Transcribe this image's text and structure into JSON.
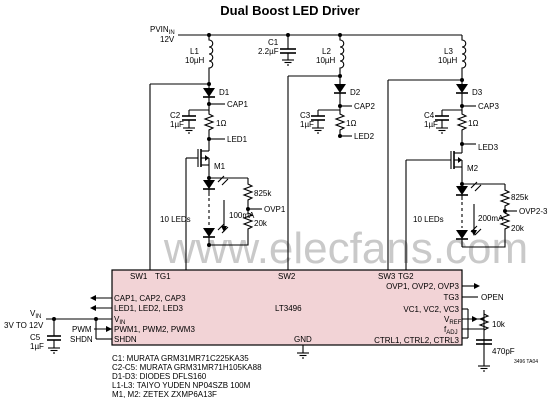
{
  "title": "Dual Boost LED Driver",
  "watermark": "www.elecfans.com",
  "figure_code": "3496 TA04",
  "supply": {
    "net": "PVIN",
    "net_sub": "IN",
    "voltage": "12V"
  },
  "inductors": [
    {
      "ref": "L1",
      "value": "10µH"
    },
    {
      "ref": "L2",
      "value": "10µH"
    },
    {
      "ref": "L3",
      "value": "10µH"
    }
  ],
  "input_cap": {
    "ref": "C1",
    "value": "2.2µF"
  },
  "diodes": [
    "D1",
    "D2",
    "D3"
  ],
  "output_caps": [
    {
      "ref": "C2",
      "value": "1µF"
    },
    {
      "ref": "C3",
      "value": "1µF"
    },
    {
      "ref": "C4",
      "value": "1µF"
    }
  ],
  "sense_resistor": "1Ω",
  "nets": {
    "cap1": "CAP1",
    "cap2": "CAP2",
    "cap3": "CAP3",
    "led1": "LED1",
    "led2": "LED2",
    "led3": "LED3"
  },
  "mosfets": [
    "M1",
    "M2"
  ],
  "led_string_1": {
    "count": "10 LEDs",
    "current": "100mA",
    "r_top": "825k",
    "r_bot": "20k",
    "fb": "OVP1"
  },
  "led_string_2": {
    "count": "10 LEDs",
    "current": "200mA",
    "r_top": "825k",
    "r_bot": "20k",
    "fb": "OVP2-3"
  },
  "ic": {
    "name": "LT3496",
    "pins_top": [
      "SW1",
      "TG1",
      "SW2",
      "SW3",
      "TG2"
    ],
    "left_pins": [
      "CAP1, CAP2, CAP3",
      "LED1, LED2, LED3",
      "VIN",
      "PWM1, PWM2, PWM3",
      "SHDN"
    ],
    "vin_main": "V",
    "vin_sub": "IN",
    "right_pins": [
      "OVP1, OVP2, OVP3",
      "TG3",
      "VC1, VC2, VC3",
      "VREF",
      "fADJ",
      "CTRL1, CTRL2, CTRL3"
    ],
    "vref_main": "V",
    "vref_sub": "REF",
    "fadj_main": "f",
    "fadj_sub": "ADJ",
    "gnd": "GND"
  },
  "vin_supply": {
    "label_main": "V",
    "label_sub": "IN",
    "range": "3V TO 12V",
    "cap_ref": "C5",
    "cap_value": "1µF"
  },
  "left_signals": {
    "pwm": "PWM",
    "shdn": "SHDN"
  },
  "right_signals": {
    "tg3": "OPEN",
    "rc_r": "10k",
    "rc_c": "470pF"
  },
  "notes": [
    "C1: MURATA GRM31MR71C225KA35",
    "C2-C5: MURATA GRM31MR71H105KA88",
    "D1-D3: DIODES DFLS160",
    "L1-L3: TAIYO YUDEN NP04SZB 100M",
    "M1, M2: ZETEX ZXMP6A13F"
  ]
}
